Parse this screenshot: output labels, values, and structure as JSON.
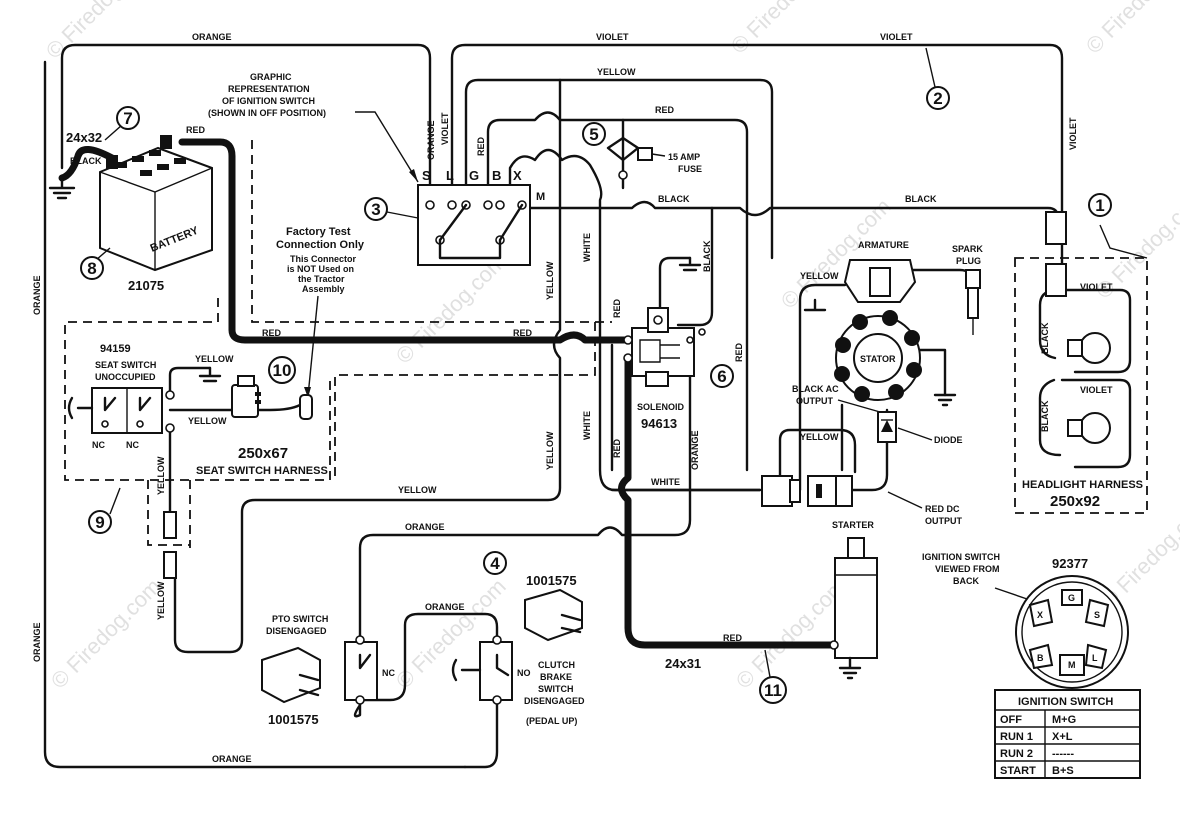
{
  "watermark": "© Firedog.com",
  "wire_labels": {
    "orange": "ORANGE",
    "violet": "VIOLET",
    "yellow": "YELLOW",
    "red": "RED",
    "black": "BLACK",
    "white": "WHITE"
  },
  "callouts": [
    "1",
    "2",
    "3",
    "4",
    "5",
    "6",
    "7",
    "8",
    "9",
    "10",
    "11"
  ],
  "ignition_graphic": {
    "title_lines": [
      "GRAPHIC",
      "REPRESENTATION",
      "OF IGNITION SWITCH",
      "(SHOWN IN OFF POSITION)"
    ],
    "terminals": [
      "S",
      "L",
      "G",
      "B",
      "X",
      "M"
    ]
  },
  "battery": {
    "label": "BATTERY",
    "part": "21075",
    "cable": "24x32"
  },
  "fuse": {
    "lines": [
      "15 AMP",
      "FUSE"
    ]
  },
  "factory_test": {
    "title_lines": [
      "Factory Test",
      "Connection Only"
    ],
    "note_lines": [
      "This Connector",
      "is NOT Used on",
      "the Tractor",
      "Assembly"
    ]
  },
  "seat_switch": {
    "part": "94159",
    "title_lines": [
      "SEAT SWITCH",
      "UNOCCUPIED"
    ],
    "nc": "NC",
    "harness_part": "250x67",
    "harness_label": "SEAT SWITCH HARNESS"
  },
  "solenoid": {
    "label": "SOLENOID",
    "part": "94613"
  },
  "engine": {
    "armature": "ARMATURE",
    "spark_plug_lines": [
      "SPARK",
      "PLUG"
    ],
    "stator": "STATOR",
    "black_ac_lines": [
      "BLACK AC",
      "OUTPUT"
    ],
    "diode": "DIODE",
    "red_dc_lines": [
      "RED DC",
      "OUTPUT"
    ]
  },
  "headlight": {
    "label": "HEADLIGHT HARNESS",
    "part": "250x92"
  },
  "pto_switch": {
    "title_lines": [
      "PTO SWITCH",
      "DISENGAGED"
    ],
    "part": "1001575",
    "nc": "NC"
  },
  "clutch_switch": {
    "part": "1001575",
    "title_lines": [
      "CLUTCH",
      "BRAKE",
      "SWITCH",
      "DISENGAGED",
      "(PEDAL UP)"
    ],
    "no": "NO"
  },
  "starter": {
    "label": "STARTER",
    "cable": "24x31"
  },
  "ignition_back": {
    "title_lines": [
      "IGNITION SWITCH",
      "VIEWED FROM",
      "BACK"
    ],
    "part": "92377",
    "terminals": [
      "X",
      "G",
      "S",
      "B",
      "M",
      "L"
    ]
  },
  "ignition_table": {
    "title": "IGNITION SWITCH",
    "rows": [
      {
        "pos": "OFF",
        "conn": "M+G"
      },
      {
        "pos": "RUN 1",
        "conn": "X+L"
      },
      {
        "pos": "RUN 2",
        "conn": "------"
      },
      {
        "pos": "START",
        "conn": "B+S"
      }
    ]
  }
}
